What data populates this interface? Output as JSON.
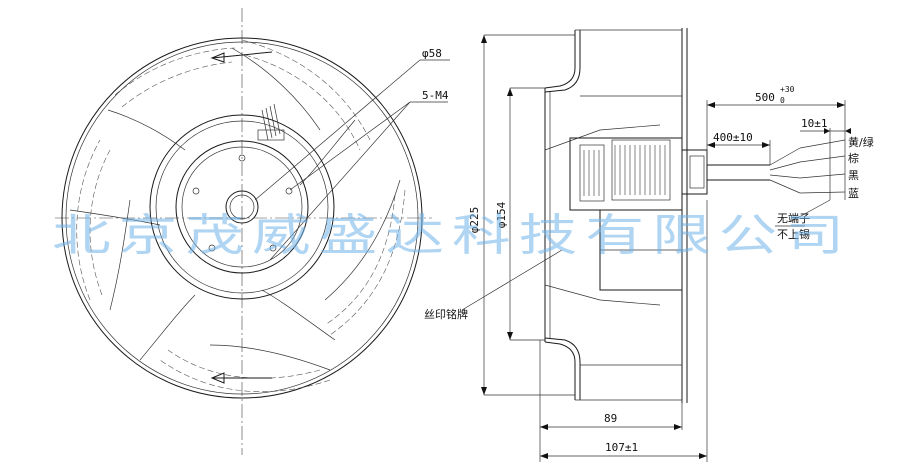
{
  "dimensions": {
    "hole_diameter": "φ58",
    "screw_holes": "5-M4",
    "outer_diameter": "φ225",
    "inner_diameter": "φ154",
    "lead_length": "500",
    "lead_tol_upper": "+30",
    "lead_tol_lower": "0",
    "sleeve_length": "400±10",
    "strip_length": "10±1",
    "body_depth": "89",
    "total_depth": "107±1"
  },
  "wires": {
    "yellow_green": "黄/绿",
    "brown": "棕",
    "black": "黑",
    "blue": "蓝"
  },
  "notes": {
    "no_terminal_line1": "无端子",
    "no_terminal_line2": "不上锡",
    "nameplate": "丝印铭牌"
  },
  "watermark": "北京茂威盛达科技有限公司"
}
